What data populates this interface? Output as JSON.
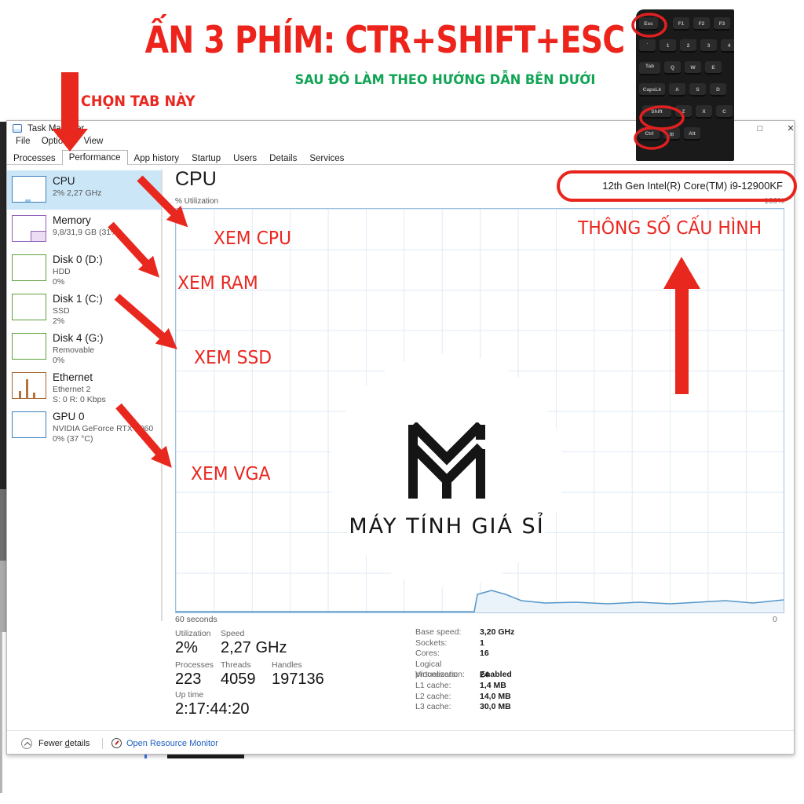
{
  "annotations": {
    "heading": "ẤN 3 PHÍM: CTR+SHIFT+ESC",
    "subheading": "SAU ĐÓ LÀM THEO HƯỚNG DẪN BÊN DƯỚI",
    "choose_tab": "CHỌN TAB NÀY",
    "xem_cpu": "XEM CPU",
    "xem_ram": "XEM RAM",
    "xem_ssd": "XEM SSD",
    "xem_vga": "XEM VGA",
    "specs_label": "THÔNG SỐ CẤU HÌNH",
    "colors": {
      "annotation_red": "#e9271f",
      "heading_red": "#ed241c",
      "subheading_green": "#11a455"
    }
  },
  "keyboard": {
    "rows": [
      [
        "Esc",
        "F1",
        "F2",
        "F3"
      ],
      [
        "`",
        "1",
        "2",
        "3",
        "4"
      ],
      [
        "Tab",
        "Q",
        "W",
        "E"
      ],
      [
        "CapsLk",
        "A",
        "S",
        "D"
      ],
      [
        "Shift",
        "Z",
        "X",
        "C"
      ],
      [
        "Ctrl",
        "⊞",
        "Alt"
      ]
    ],
    "circled_keys": [
      "Esc",
      "Shift",
      "Ctrl"
    ]
  },
  "window": {
    "title": "Task Manager",
    "menu": [
      "File",
      "Options",
      "View"
    ],
    "tabs": [
      "Processes",
      "Performance",
      "App history",
      "Startup",
      "Users",
      "Details",
      "Services"
    ],
    "active_tab": "Performance",
    "controls": {
      "maximize": "□",
      "close": "✕"
    }
  },
  "sidebar": {
    "items": [
      {
        "name": "CPU",
        "sub1": "2% 2,27 GHz",
        "color": "#3a7ebd",
        "selected": true
      },
      {
        "name": "Memory",
        "sub1": "9,8/31,9 GB (31%)",
        "color": "#9360b7"
      },
      {
        "name": "Disk 0 (D:)",
        "sub1": "HDD",
        "sub2": "0%",
        "color": "#5ba23c"
      },
      {
        "name": "Disk 1 (C:)",
        "sub1": "SSD",
        "sub2": "2%",
        "color": "#5ba23c"
      },
      {
        "name": "Disk 4 (G:)",
        "sub1": "Removable",
        "sub2": "0%",
        "color": "#5ba23c"
      },
      {
        "name": "Ethernet",
        "sub1": "Ethernet 2",
        "sub2": "S: 0 R: 0 Kbps",
        "color": "#a6652f"
      },
      {
        "name": "GPU 0",
        "sub1": "NVIDIA GeForce RTX 4060",
        "sub2": "0% (37 °C)",
        "color": "#3a7ebd"
      }
    ]
  },
  "main": {
    "title": "CPU",
    "cpu_name": "12th Gen Intel(R) Core(TM) i9-12900KF",
    "axis": {
      "y_label": "% Utilization",
      "y_max": "100%",
      "x_left": "60 seconds",
      "x_right": "0"
    },
    "stats_big": [
      {
        "label": "Utilization",
        "value": "2%"
      },
      {
        "label": "Speed",
        "value": "2,27 GHz"
      },
      {
        "label": "Processes",
        "value": "223"
      },
      {
        "label": "Threads",
        "value": "4059"
      },
      {
        "label": "Handles",
        "value": "197136"
      },
      {
        "label": "Up time",
        "value": "2:17:44:20"
      }
    ],
    "stats_right": [
      {
        "label": "Base speed:",
        "value": "3,20 GHz"
      },
      {
        "label": "Sockets:",
        "value": "1"
      },
      {
        "label": "Cores:",
        "value": "16"
      },
      {
        "label": "Logical processors:",
        "value": "24"
      },
      {
        "label": "Virtualization:",
        "value": "Enabled"
      },
      {
        "label": "L1 cache:",
        "value": "1,4 MB"
      },
      {
        "label": "L2 cache:",
        "value": "14,0 MB"
      },
      {
        "label": "L3 cache:",
        "value": "30,0 MB"
      }
    ]
  },
  "watermark": {
    "logo": "double-m-monogram",
    "text": "MÁY TÍNH GIÁ SỈ"
  },
  "statusbar": {
    "fewer_prefix": "Fewer ",
    "fewer_accel": "d",
    "fewer_suffix": "etails",
    "resource_monitor": "Open Resource Monitor",
    "link_color": "#1f5fbf"
  },
  "chart_data": {
    "type": "area",
    "title": "CPU % Utilization over 60 seconds",
    "ylabel": "% Utilization",
    "ylim": [
      0,
      100
    ],
    "x_axis": {
      "left_label": "60 seconds",
      "right_label": "0"
    },
    "grid": true,
    "line_color": "#5596c8",
    "series": [
      {
        "name": "CPU utilization %",
        "x_seconds_ago": [
          60,
          31,
          30,
          29,
          28,
          26,
          24,
          20,
          15,
          10,
          5,
          0
        ],
        "values": [
          0,
          0,
          4.5,
          5,
          4,
          3,
          2.8,
          2.5,
          3,
          2.5,
          3,
          3
        ]
      }
    ]
  }
}
